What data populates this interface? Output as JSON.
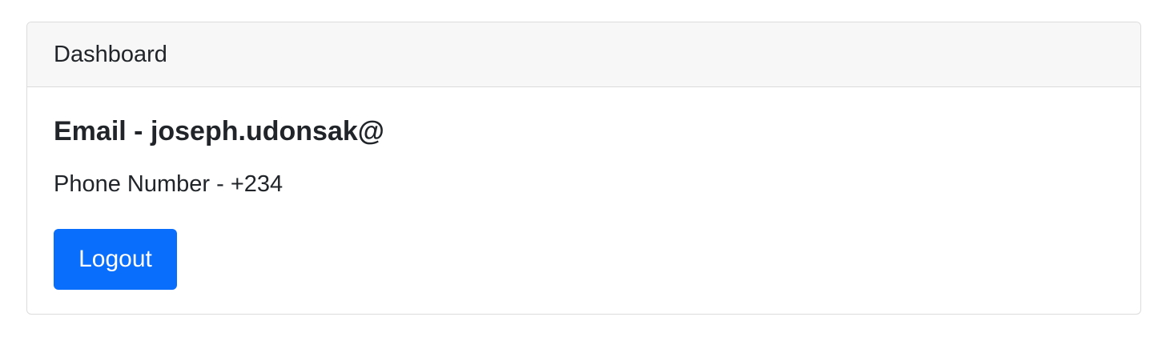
{
  "card": {
    "header_title": "Dashboard"
  },
  "profile": {
    "email_label": "Email",
    "separator": " - ",
    "email_value": "joseph.udonsak@",
    "phone_label": "Phone Number",
    "phone_value": "+234"
  },
  "actions": {
    "logout_label": "Logout"
  },
  "colors": {
    "primary_button": "#0a6efd",
    "header_background": "#f7f7f7",
    "border": "#dcdcdc",
    "text": "#212529"
  }
}
